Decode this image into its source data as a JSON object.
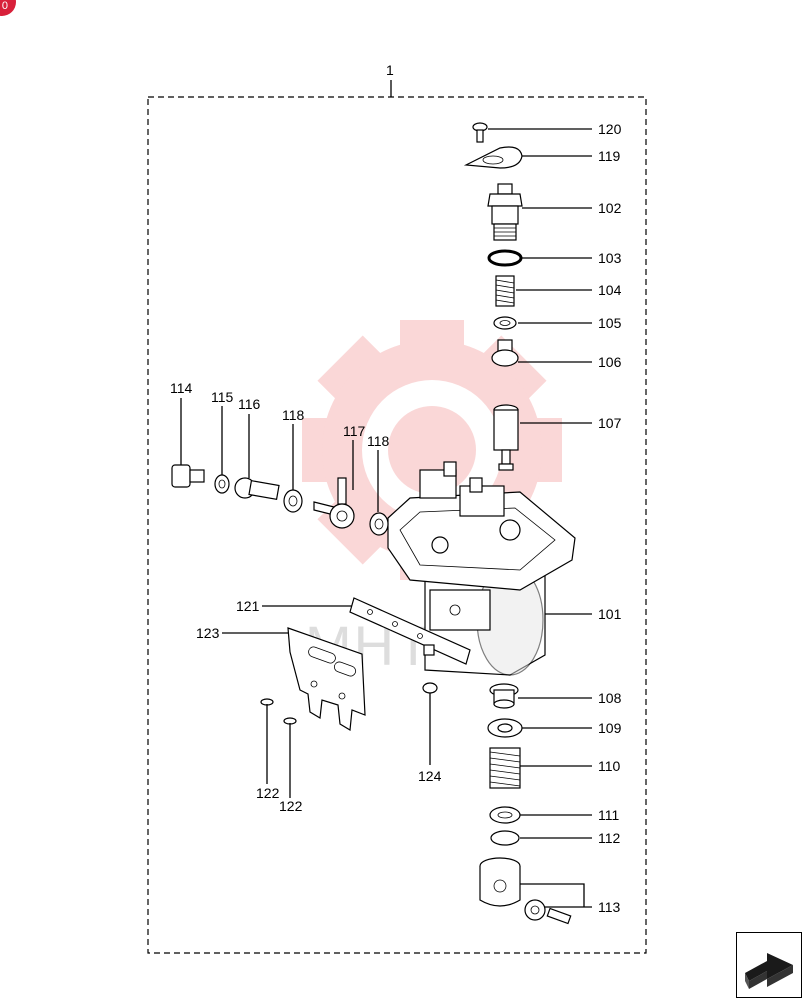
{
  "assembly_label": "1",
  "watermark_text": "MHTD",
  "badge_text": "0",
  "colors": {
    "line": "#000000",
    "watermark": "#f4a7a7",
    "badge": "#d8203a"
  },
  "icons": {
    "next_page": "next-arrow-icon"
  },
  "labels": {
    "p120": "120",
    "p119": "119",
    "p102": "102",
    "p103": "103",
    "p104": "104",
    "p105": "105",
    "p106": "106",
    "p107": "107",
    "p101": "101",
    "p108": "108",
    "p109": "109",
    "p110": "110",
    "p111": "111",
    "p112": "112",
    "p113": "113",
    "p114": "114",
    "p115": "115",
    "p116": "116",
    "p118a": "118",
    "p117": "117",
    "p118b": "118",
    "p121": "121",
    "p123": "123",
    "p122a": "122",
    "p122b": "122",
    "p124": "124"
  }
}
